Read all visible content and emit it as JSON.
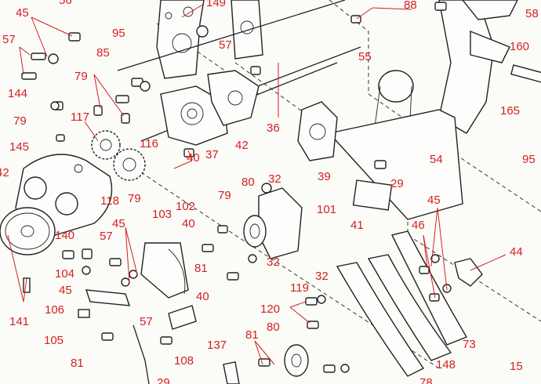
{
  "callouts": {
    "c56": "56",
    "c149": "149",
    "c88": "88",
    "c58": "58",
    "c45a": "45",
    "c95a": "95",
    "c57a": "57",
    "c57b": "57",
    "c55": "55",
    "c160": "160",
    "c85": "85",
    "c79a": "79",
    "c144": "144",
    "c165": "165",
    "c117": "117",
    "c79b": "79",
    "c116": "116",
    "c36": "36",
    "c42a": "42",
    "c37": "37",
    "c54": "54",
    "c145": "145",
    "c40a": "40",
    "c39": "39",
    "c95b": "95",
    "c42b": "42",
    "c29": "29",
    "c118": "118",
    "c79c": "79",
    "c102": "102",
    "c79d": "79",
    "c80a": "80",
    "c32a": "32",
    "c101": "101",
    "c41": "41",
    "c45b": "45",
    "c103": "103",
    "c40b": "40",
    "c140": "140",
    "c46": "46",
    "c44": "44",
    "c57c": "57",
    "c104": "104",
    "c81a": "81",
    "c32b": "32",
    "c45c": "45",
    "c40c": "40",
    "c32c": "32",
    "c106": "106",
    "c141": "141",
    "c57d": "57",
    "c119": "119",
    "c120": "120",
    "c105": "105",
    "c80b": "80",
    "c73": "73",
    "c81b": "81",
    "c108": "108",
    "c137": "137",
    "c81c": "81",
    "c148": "148",
    "c29b": "29",
    "c15": "15",
    "c78": "78"
  },
  "label_card": "41",
  "colors": {
    "callout": "#d42020",
    "line": "#222222",
    "paper": "#fbfbf8"
  }
}
